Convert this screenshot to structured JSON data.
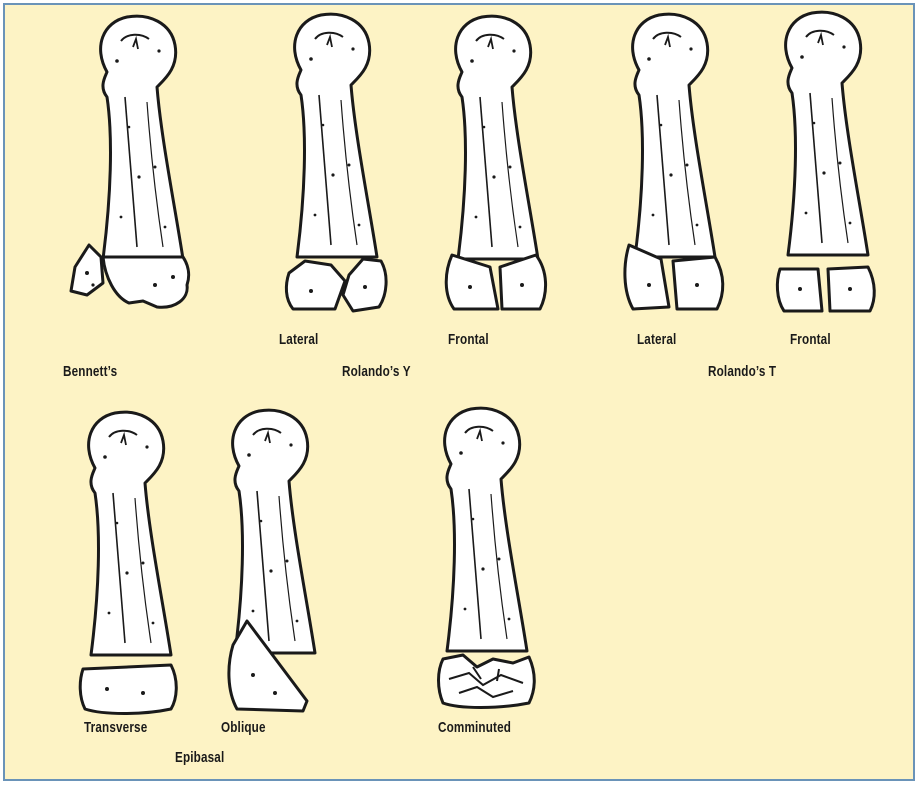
{
  "labels": {
    "bennett": "Bennett’s",
    "y_lateral": "Lateral",
    "y_frontal": "Frontal",
    "rolando_y": "Rolando’s Y",
    "t_lateral": "Lateral",
    "t_frontal": "Frontal",
    "rolando_t": "Rolando’s T",
    "transverse": "Transverse",
    "oblique": "Oblique",
    "epibasal": "Epibasal",
    "comminuted": "Comminuted"
  },
  "colors": {
    "background": "#fdf3c5",
    "border": "#6a93b8",
    "bone_fill": "#ffffff",
    "bone_outline": "#1a1a1a",
    "fracture_line": "#efe2a6"
  }
}
